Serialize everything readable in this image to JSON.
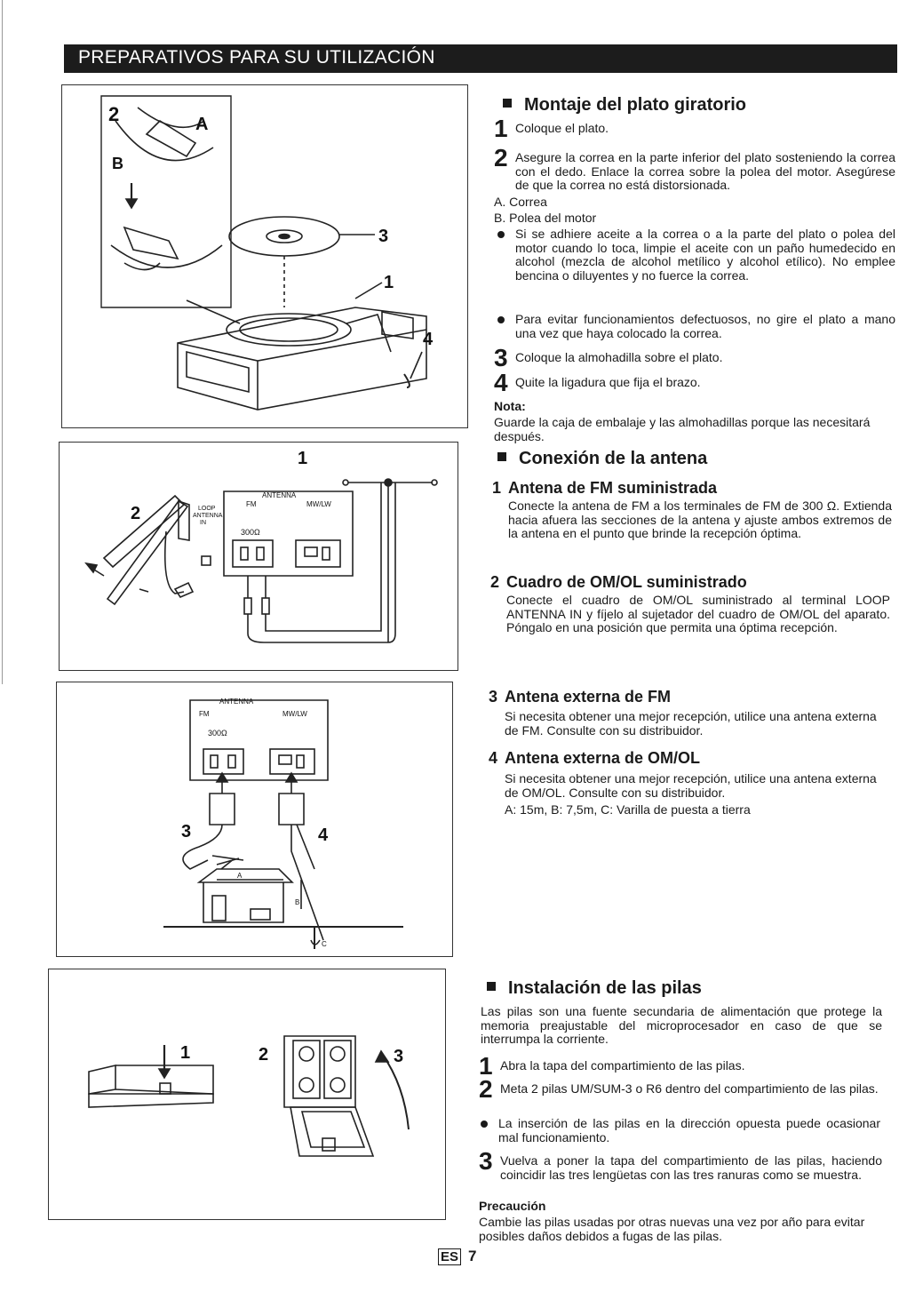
{
  "header": {
    "title": "PREPARATIVOS PARA SU UTILIZACIÓN"
  },
  "figures": {
    "turntable": {
      "labels": [
        "2",
        "A",
        "B",
        "3",
        "1",
        "4"
      ]
    },
    "antenna": {
      "labels": [
        "1",
        "2"
      ],
      "panel_title": "ANTENNA",
      "fm": "FM",
      "mwlw": "MW/LW",
      "ohm": "300Ω",
      "loop": "LOOP",
      "loop2": "ANTENNA",
      "loop3": "IN"
    },
    "external": {
      "labels": [
        "3",
        "4"
      ],
      "panel_title": "ANTENNA",
      "fm": "FM",
      "mwlw": "MW/LW",
      "ohm": "300Ω",
      "a": "A",
      "b": "B",
      "c": "C"
    },
    "battery": {
      "labels": [
        "1",
        "2",
        "3"
      ]
    }
  },
  "sections": {
    "montaje": {
      "title": "Montaje del plato giratorio",
      "s1": "Coloque el plato.",
      "s2": "Asegure la correa en la parte inferior del plato sosteniendo la correa con el dedo. Enlace la correa sobre la polea del motor. Asegúrese de que la correa no está distorsionada.",
      "a": "A. Correa",
      "b": "B. Polea del motor",
      "b1": "Si se adhiere aceite a la correa o a la parte del plato o polea del motor cuando lo toca, limpie el aceite con un paño humedecido en alcohol (mezcla de alcohol metílico y alcohol etílico). No emplee bencina o diluyentes y no fuerce la correa.",
      "b2": "Para evitar funcionamientos defectuosos, no gire el plato a mano una vez que haya colocado la correa.",
      "s3": "Coloque la almohadilla sobre el plato.",
      "s4": "Quite la ligadura que fija el brazo.",
      "nota_title": "Nota:",
      "nota": "Guarde la caja de embalaje y las almohadillas porque las necesitará después."
    },
    "antena": {
      "title": "Conexión de la antena",
      "i1_num": "1",
      "i1_title": "Antena de FM suministrada",
      "i1_text": "Conecte la antena de FM a los terminales de FM de 300 Ω. Extienda hacia afuera las secciones de la antena y ajuste ambos extremos de la antena en el punto que brinde la recepción óptima.",
      "i2_num": "2",
      "i2_title": "Cuadro de OM/OL suministrado",
      "i2_text": "Conecte el cuadro de OM/OL suministrado al terminal LOOP ANTENNA IN y fíjelo al sujetador del cuadro de OM/OL del aparato. Póngalo en una posición que permita una óptima recepción.",
      "i3_num": "3",
      "i3_title": "Antena externa de FM",
      "i3_text": "Si necesita obtener una mejor recepción, utilice una antena externa de FM. Consulte con su distribuidor.",
      "i4_num": "4",
      "i4_title": "Antena externa de OM/OL",
      "i4_text": "Si necesita obtener una mejor recepción, utilice una antena externa de OM/OL. Consulte con su distribuidor.",
      "i4_extra": "A: 15m, B: 7,5m, C: Varilla de puesta a tierra"
    },
    "pilas": {
      "title": "Instalación de las pilas",
      "intro": "Las pilas son una fuente secundaria de alimentación que protege la memoria preajustable del microprocesador en caso de que se interrumpa la corriente.",
      "s1": "Abra la tapa del compartimiento de las pilas.",
      "s2": "Meta 2 pilas UM/SUM-3 o R6 dentro del compartimiento de las pilas.",
      "b1": "La inserción de las pilas en la dirección opuesta puede ocasionar mal funcionamiento.",
      "s3": "Vuelva a poner la tapa del compartimiento de las pilas, haciendo coincidir las tres lengüetas con las tres ranuras como se muestra.",
      "prec_title": "Precaución",
      "prec": "Cambie las pilas usadas por otras nuevas una vez por año para evitar posibles daños debidos a fugas de las pilas."
    }
  },
  "footer": {
    "lang": "ES",
    "page": "7"
  }
}
